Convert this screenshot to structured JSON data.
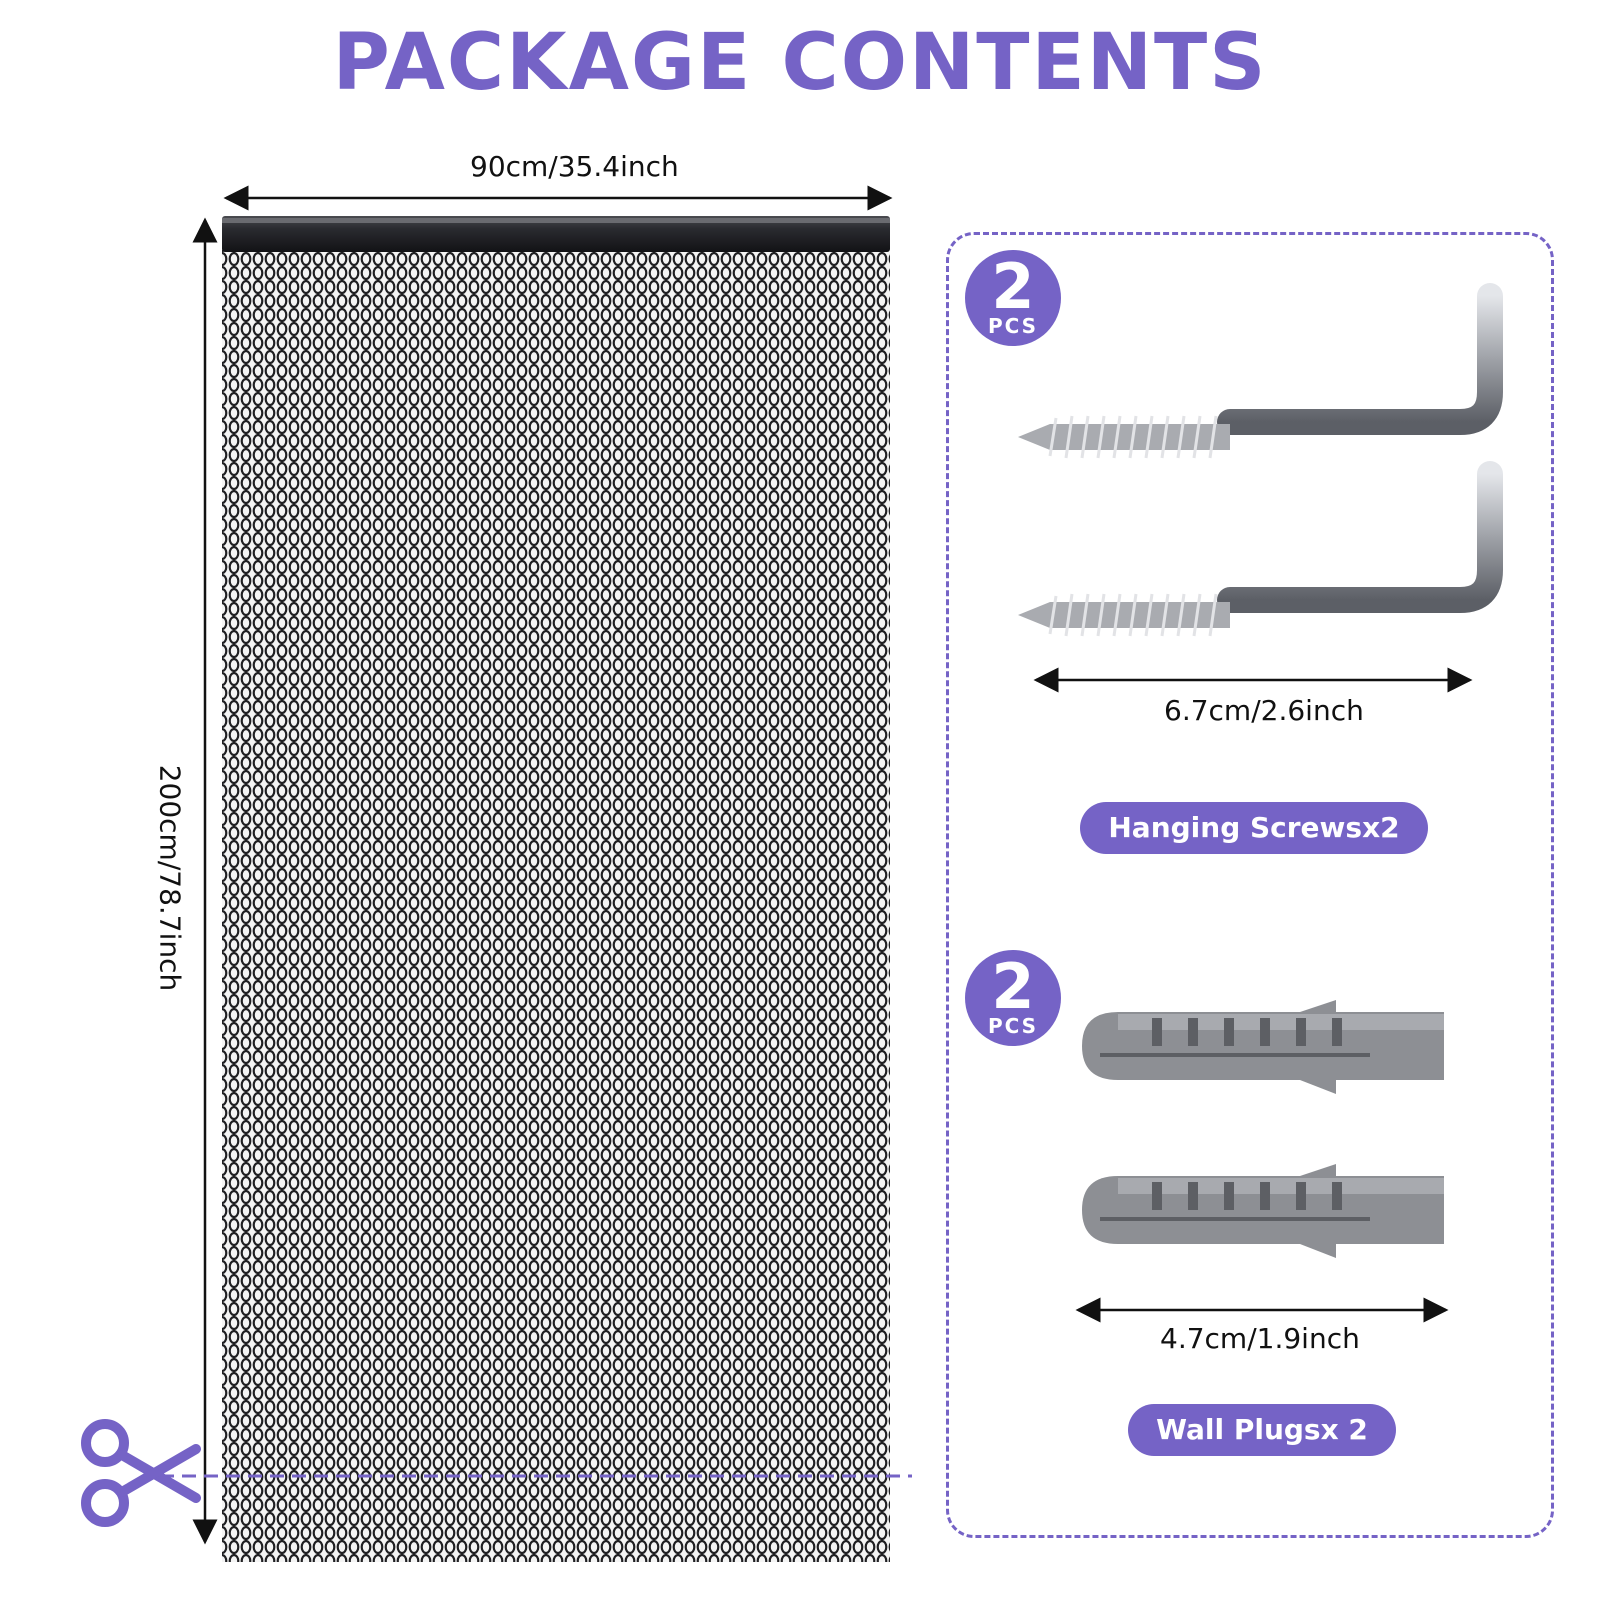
{
  "title": "PACKAGE CONTENTS",
  "curtain": {
    "width_label": "90cm/35.4inch",
    "height_label": "200cm/78.7inch"
  },
  "screws": {
    "count": "2",
    "count_unit": "PCS",
    "length_label": "6.7cm/2.6inch",
    "name": "Hanging Screwsx2"
  },
  "plugs": {
    "count": "2",
    "count_unit": "PCS",
    "length_label": "4.7cm/1.9inch",
    "name": "Wall Plugsx 2"
  },
  "colors": {
    "accent": "#7563c6",
    "curtain": "#1f1f22",
    "plug": "#8d8f94",
    "screw": "#a9abb0"
  },
  "icons": {
    "cut": "scissors-icon"
  }
}
